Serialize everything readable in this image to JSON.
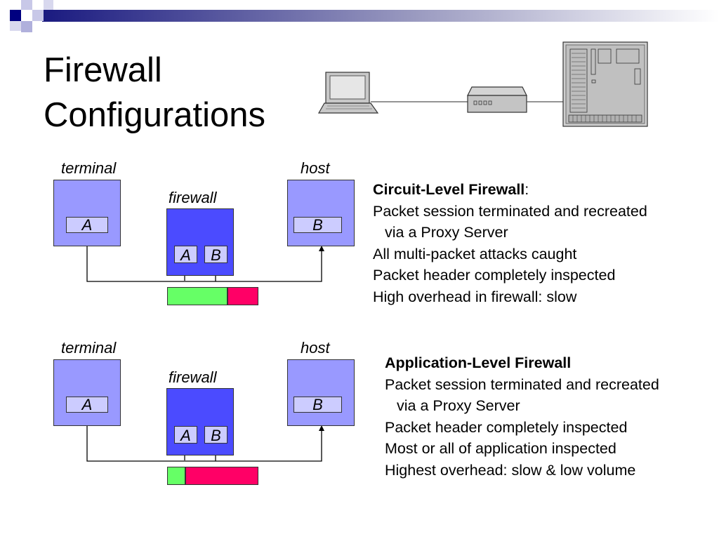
{
  "title": {
    "line1": "Firewall",
    "line2": "Configurations"
  },
  "diagrams": [
    {
      "terminal_label": "terminal",
      "host_label": "host",
      "firewall_label": "firewall",
      "terminal_slot": "A",
      "host_slot": "B",
      "fw_slot_a": "A",
      "fw_slot_b": "B",
      "overhead": {
        "green_fraction": 0.66,
        "colors": {
          "low": "#66ff66",
          "high": "#ff0066"
        }
      }
    },
    {
      "terminal_label": "terminal",
      "host_label": "host",
      "firewall_label": "firewall",
      "terminal_slot": "A",
      "host_slot": "B",
      "fw_slot_a": "A",
      "fw_slot_b": "B",
      "overhead": {
        "green_fraction": 0.2,
        "colors": {
          "low": "#66ff66",
          "high": "#ff0066"
        }
      }
    }
  ],
  "circuit": {
    "heading": "Circuit-Level Firewall",
    "heading_suffix": ":",
    "line1": "Packet session terminated and recreated",
    "line2": "via a Proxy Server",
    "line3": "All multi-packet attacks caught",
    "line4": "Packet header completely inspected",
    "line5": "High overhead in firewall: slow"
  },
  "application": {
    "heading": "Application-Level Firewall",
    "line1": "Packet session terminated and recreated",
    "line2": "via a Proxy Server",
    "line3": "Packet header completely inspected",
    "line4": "Most or all of application inspected",
    "line5": "Highest overhead: slow & low volume"
  },
  "colors": {
    "box_light": "#9999ff",
    "box_dark": "#4b4bff",
    "slot": "#ccccff",
    "accent_navy": "#000080"
  },
  "icons": [
    "laptop-icon",
    "network-hub-icon",
    "server-icon"
  ]
}
